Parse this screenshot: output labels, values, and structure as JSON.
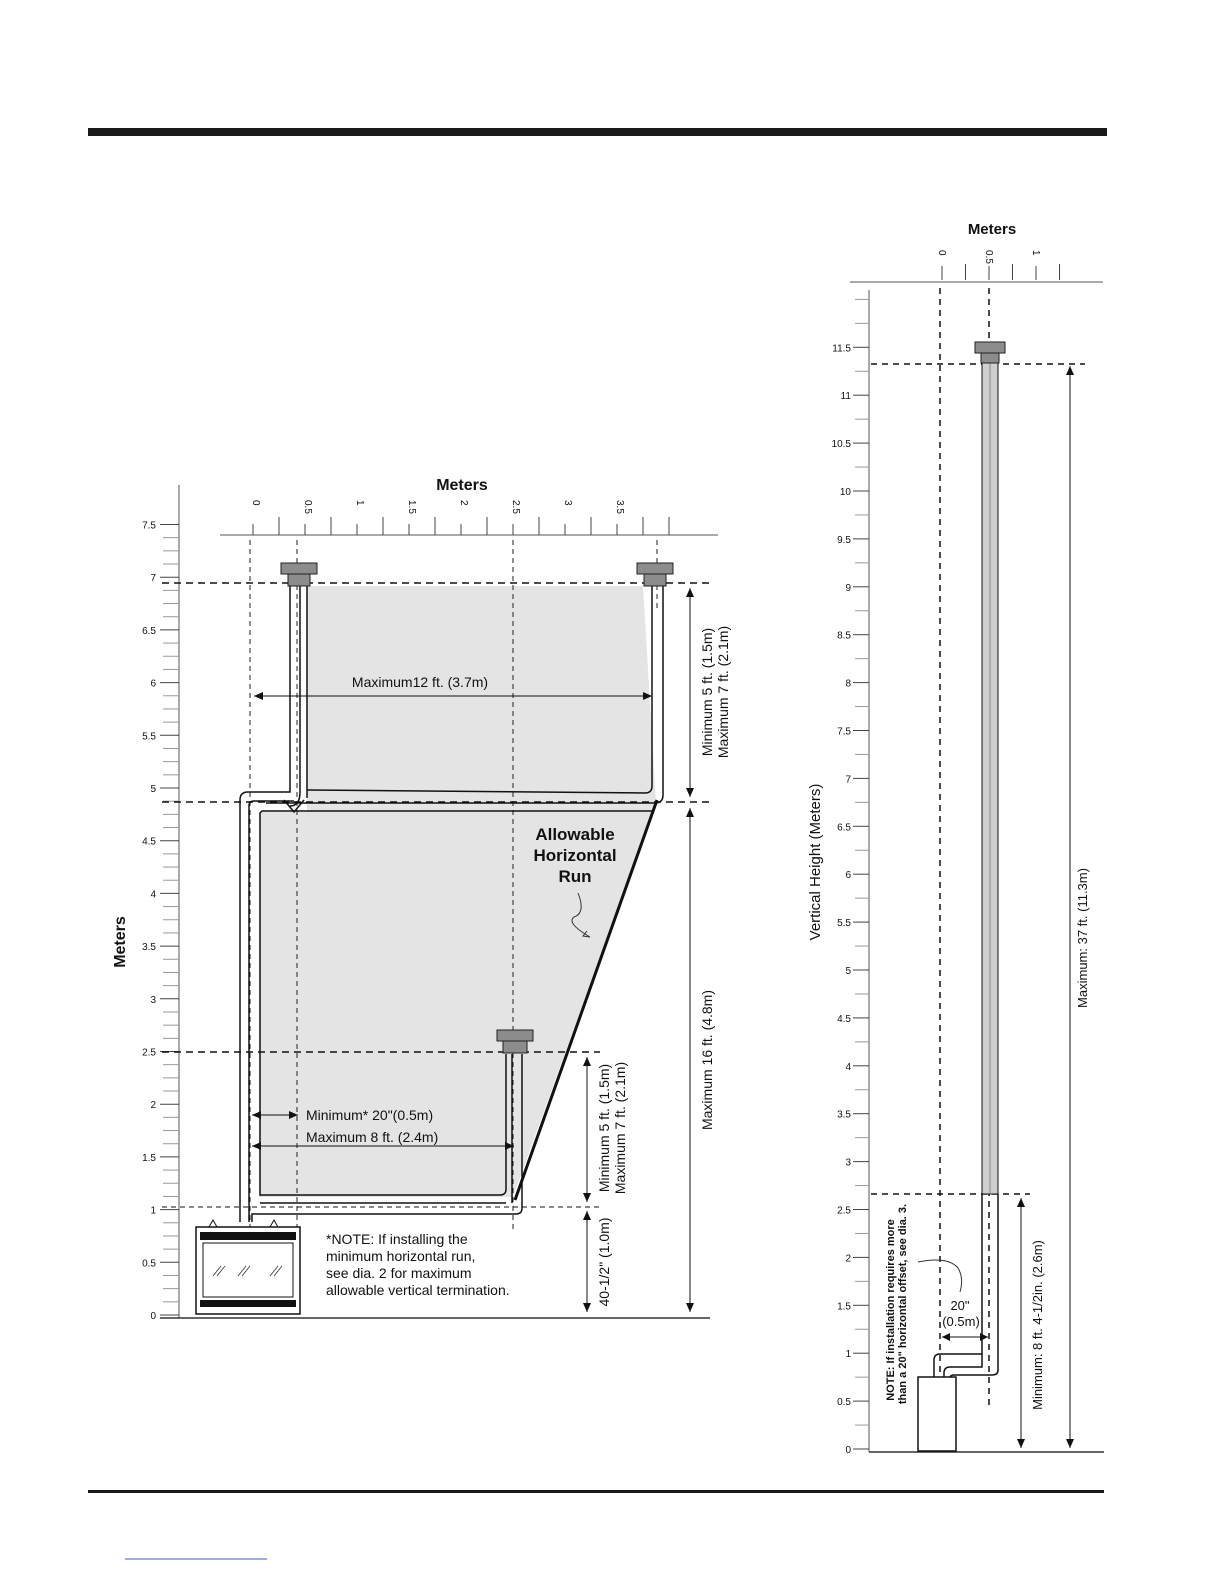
{
  "left_diagram": {
    "top_axis_title": "Meters",
    "top_axis_ticks": [
      "0",
      "0.5",
      "1",
      "1.5",
      "2",
      "2.5",
      "3",
      "3.5"
    ],
    "side_axis_title": "Meters",
    "side_axis_ticks": [
      "0",
      "0.5",
      "1",
      "1.5",
      "2",
      "2.5",
      "3",
      "3.5",
      "4",
      "4.5",
      "5",
      "5.5",
      "6",
      "6.5",
      "7",
      "7.5"
    ],
    "dim_max_12ft": "Maximum12 ft. (3.7m)",
    "dim_top_min": "Minimum 5 ft. (1.5m)",
    "dim_top_max": "Maximum 7 ft. (2.1m)",
    "allowable_line1": "Allowable",
    "allowable_line2": "Horizontal",
    "allowable_line3": "Run",
    "dim_max_16ft": "Maximum 16 ft. (4.8m)",
    "dim_min_20in": "Minimum* 20\"(0.5m)",
    "dim_max_8ft": "Maximum 8 ft. (2.4m)",
    "dim_low_min": "Minimum 5 ft. (1.5m)",
    "dim_low_max": "Maximum 7 ft. (2.1m)",
    "dim_40in": "40-1/2\" (1.0m)",
    "note_line1": "*NOTE: If installing the",
    "note_line2": "minimum horizontal run,",
    "note_line3": "see dia. 2 for maximum",
    "note_line4": "allowable vertical termination."
  },
  "right_diagram": {
    "top_axis_title": "Meters",
    "top_axis_ticks": [
      "0",
      "0.5",
      "1"
    ],
    "side_axis_title": "Vertical Height (Meters)",
    "side_axis_ticks": [
      "0",
      "0.5",
      "1",
      "1.5",
      "2",
      "2.5",
      "3",
      "3.5",
      "4",
      "4.5",
      "5",
      "5.5",
      "6",
      "6.5",
      "7",
      "7.5",
      "8",
      "8.5",
      "9",
      "9.5",
      "10",
      "10.5",
      "11",
      "11.5"
    ],
    "dim_max_37ft": "Maximum: 37 ft. (11.3m)",
    "dim_min_8ft": "Minimum: 8 ft. 4-1/2in. (2.6m)",
    "dim_20in_line1": "20\"",
    "dim_20in_line2": "(0.5m)",
    "note_line1": "NOTE: If installation requires more",
    "note_line2": "than a 20\" horizontal offset, see dia. 3."
  },
  "colors": {
    "shade": "#e4e4e4",
    "cap": "#8c8c8c",
    "line": "#111111"
  }
}
